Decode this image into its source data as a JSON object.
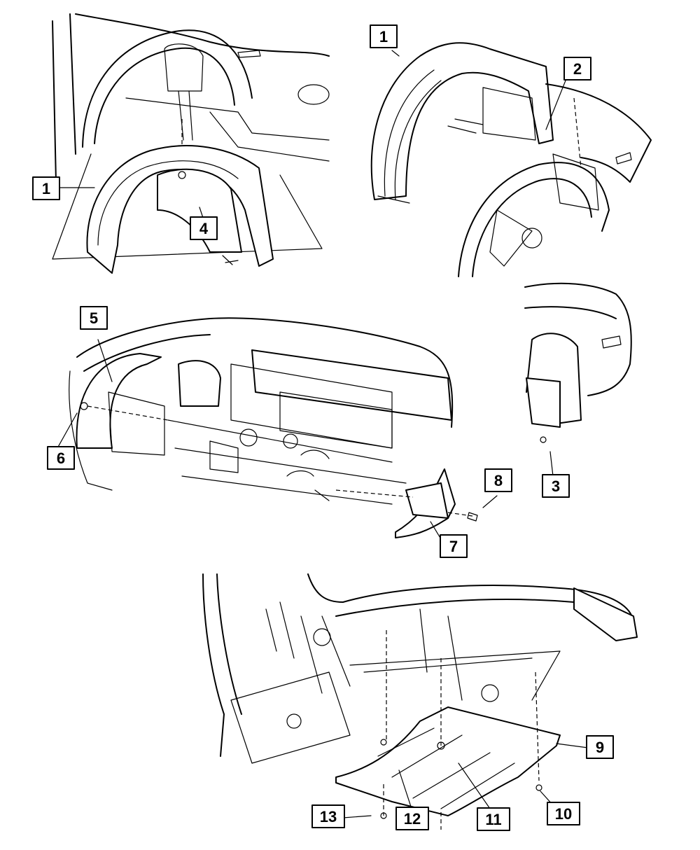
{
  "callouts": [
    {
      "id": "c1a",
      "text": "1"
    },
    {
      "id": "c1b",
      "text": "1"
    },
    {
      "id": "c2",
      "text": "2"
    },
    {
      "id": "c3",
      "text": "3"
    },
    {
      "id": "c4",
      "text": "4"
    },
    {
      "id": "c5",
      "text": "5"
    },
    {
      "id": "c6",
      "text": "6"
    },
    {
      "id": "c7",
      "text": "7"
    },
    {
      "id": "c8",
      "text": "8"
    },
    {
      "id": "c9",
      "text": "9"
    },
    {
      "id": "c10",
      "text": "10"
    },
    {
      "id": "c11",
      "text": "11"
    },
    {
      "id": "c12",
      "text": "12"
    },
    {
      "id": "c13",
      "text": "13"
    }
  ]
}
